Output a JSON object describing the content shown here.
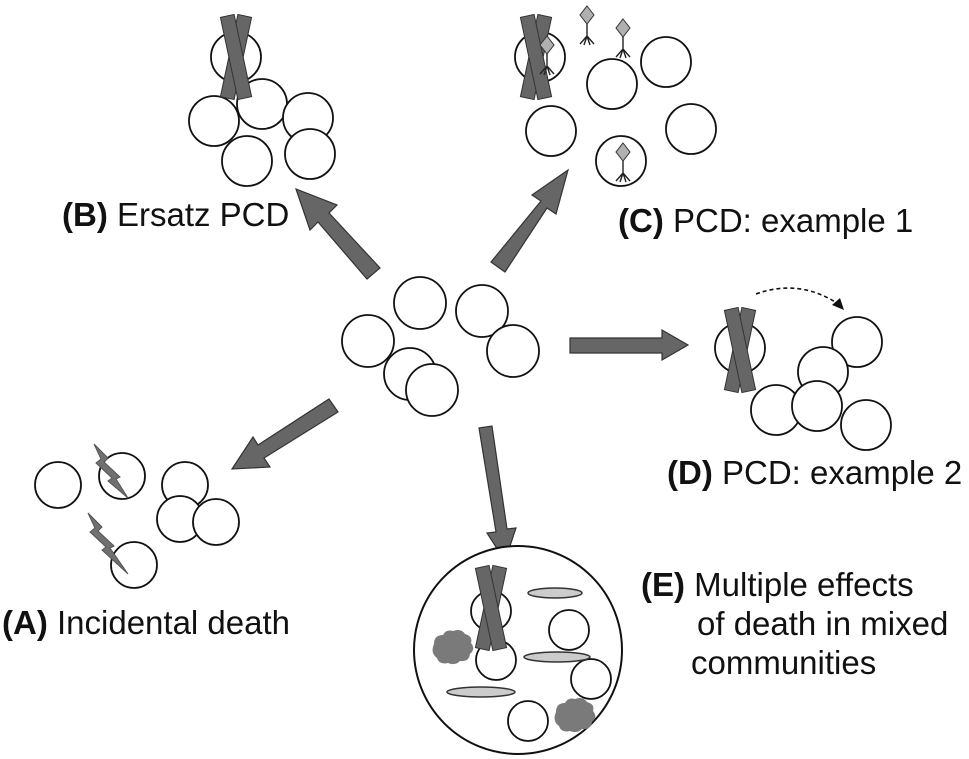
{
  "labels": {
    "a": {
      "letter": "(A)",
      "text": "Incidental death"
    },
    "b": {
      "letter": "(B)",
      "text": "Ersatz PCD"
    },
    "c": {
      "letter": "(C)",
      "text": "PCD: example 1"
    },
    "d": {
      "letter": "(D)",
      "text": "PCD: example 2"
    },
    "e": {
      "letter": "(E)",
      "line1": "Multiple effects",
      "line2": "of death in mixed",
      "line3": "communities"
    }
  },
  "colors": {
    "arrow": "#666666",
    "cell_outline": "#111111",
    "oval": "#cccccc",
    "blob": "#7a7a7a"
  }
}
